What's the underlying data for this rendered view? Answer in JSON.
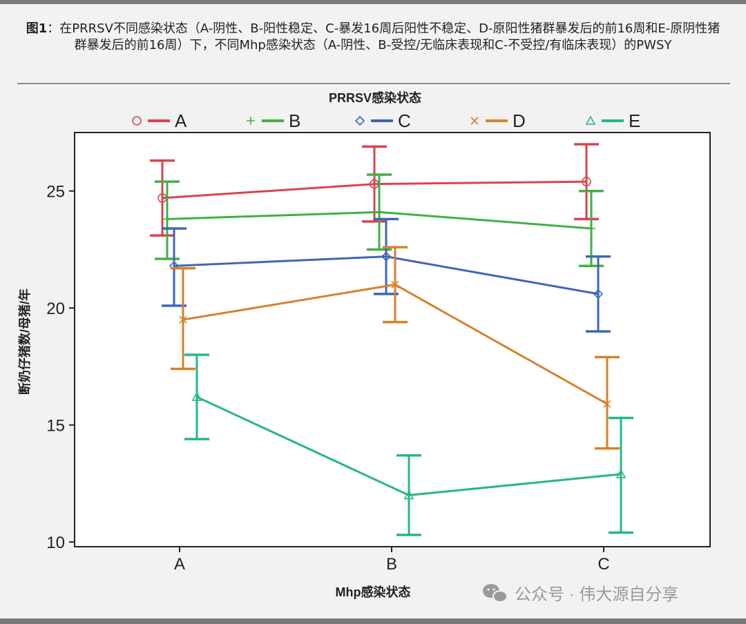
{
  "caption": {
    "prefix": "图1",
    "text": "：在PRRSV不同感染状态（A-阴性、B-阳性稳定、C-暴发16周后阳性不稳定、D-原阳性猪群暴发后的前16周和E-原阴性猪群暴发后的前16周）下，不同Mhp感染状态（A-阴性、B-受控/无临床表现和C-不受控/有临床表现）的PWSY"
  },
  "watermark": "公众号 · 伟大源自分享",
  "chart_data": {
    "type": "line",
    "legend_title": "PRRSV感染状态",
    "legend_position": "top",
    "xlabel": "Mhp感染状态",
    "ylabel": "断奶仔猪数/母猪/年",
    "categories": [
      "A",
      "B",
      "C"
    ],
    "ylim": [
      9.8,
      27.5
    ],
    "yticks": [
      "10",
      "15",
      "20",
      "25"
    ],
    "grid": false,
    "series": [
      {
        "name": "A",
        "color": "#d9434f",
        "marker": "circle",
        "values": [
          24.7,
          25.3,
          25.4
        ],
        "lower": [
          23.1,
          23.7,
          23.8
        ],
        "upper": [
          26.3,
          26.9,
          27.0
        ]
      },
      {
        "name": "B",
        "color": "#3fb043",
        "marker": "plus",
        "values": [
          23.8,
          24.1,
          23.4
        ],
        "lower": [
          22.1,
          22.5,
          21.8
        ],
        "upper": [
          25.4,
          25.7,
          25.0
        ]
      },
      {
        "name": "C",
        "color": "#3e66b8",
        "marker": "diamond",
        "values": [
          21.8,
          22.2,
          20.6
        ],
        "lower": [
          20.1,
          20.6,
          19.0
        ],
        "upper": [
          23.4,
          23.8,
          22.2
        ]
      },
      {
        "name": "D",
        "color": "#d6812a",
        "marker": "x",
        "values": [
          19.5,
          21.0,
          15.9
        ],
        "lower": [
          17.4,
          19.4,
          14.0
        ],
        "upper": [
          21.7,
          22.6,
          17.9
        ]
      },
      {
        "name": "E",
        "color": "#25b58c",
        "marker": "triangle",
        "values": [
          16.2,
          12.0,
          12.9
        ],
        "lower": [
          14.4,
          10.3,
          10.4
        ],
        "upper": [
          18.0,
          13.7,
          15.3
        ]
      }
    ]
  }
}
